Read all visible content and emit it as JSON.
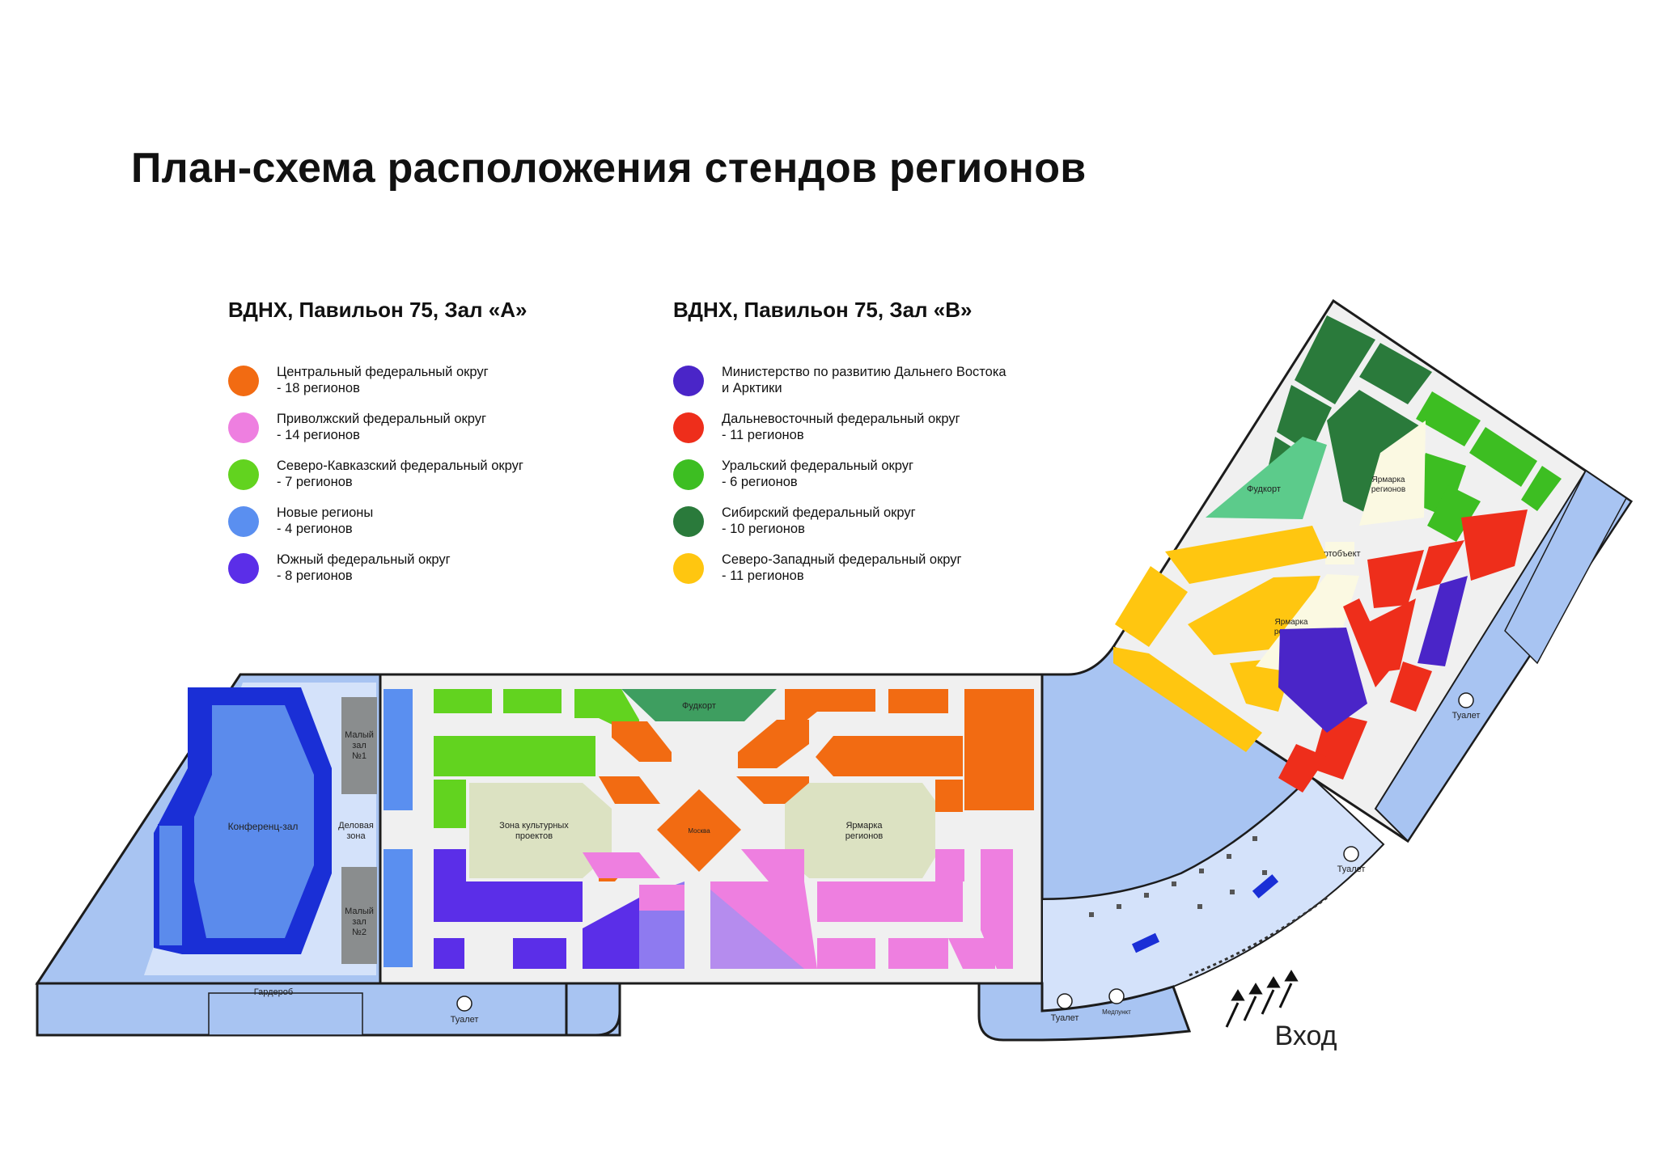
{
  "title": "План-схема расположения стендов регионов",
  "hall_a": {
    "title": "ВДНХ, Павильон 75, Зал «А»",
    "legend": [
      {
        "name": "Центральный федеральный округ",
        "count": "- 18 регионов",
        "color": "#F26B12"
      },
      {
        "name": "Приволжский федеральный округ",
        "count": "- 14 регионов",
        "color": "#EE7FE0"
      },
      {
        "name": "Северо-Кавказский федеральный округ",
        "count": "- 7 регионов",
        "color": "#62D31F"
      },
      {
        "name": "Новые регионы",
        "count": "- 4 регионов",
        "color": "#5A8FF0"
      },
      {
        "name": "Южный федеральный округ",
        "count": "- 8 регионов",
        "color": "#5B2EE8"
      }
    ]
  },
  "hall_b": {
    "title": "ВДНХ, Павильон 75, Зал «B»",
    "legend": [
      {
        "name": "Министерство по развитию Дальнего Востока",
        "name2": "и Арктики",
        "color": "#4A25C8"
      },
      {
        "name": "Дальневосточный федеральный округ",
        "count": "- 11 регионов",
        "color": "#EE2E1B"
      },
      {
        "name": "Уральский федеральный округ",
        "count": "- 6 регионов",
        "color": "#3DBE22"
      },
      {
        "name": "Сибирский федеральный округ",
        "count": "- 10 регионов",
        "color": "#2A7A3B"
      },
      {
        "name": "Северо-Западный федеральный округ",
        "count": "- 11 регионов",
        "color": "#FFC610"
      }
    ]
  },
  "map_labels": {
    "conference": "Конференц-зал",
    "small1_a": "Малый",
    "small1_b": "зал",
    "small1_c": "№1",
    "business_a": "Деловая",
    "business_b": "зона",
    "small2_a": "Малый",
    "small2_b": "зал",
    "small2_c": "№2",
    "wardrobe": "Гардероб",
    "toilet": "Туалет",
    "foodcourt_a": "Фудкорт",
    "culture_a": "Зона культурных",
    "culture_b": "проектов",
    "fair_a1": "Ярмарка",
    "fair_a2": "регионов",
    "moscow": "Москва",
    "foodcourt_b": "Фудкорт",
    "fair_b1": "Ярмарка",
    "fair_b2": "регионов",
    "artobject": "Артобъект",
    "medpoint": "Медпункт",
    "entrance": "Вход"
  },
  "colors": {
    "floor": "#F0F0F0",
    "service": "#A8C4F2",
    "service_light": "#D4E2FA",
    "culture": "#DCE2C2",
    "fair_b": "#FBF9E2",
    "food_a": "#3E9E60",
    "food_b": "#5CCB8B",
    "conference_outer": "#1A2FD6",
    "conference_inner": "#5B8BEC",
    "gray": "#8A8D8E",
    "outline": "#1c1c1c"
  }
}
